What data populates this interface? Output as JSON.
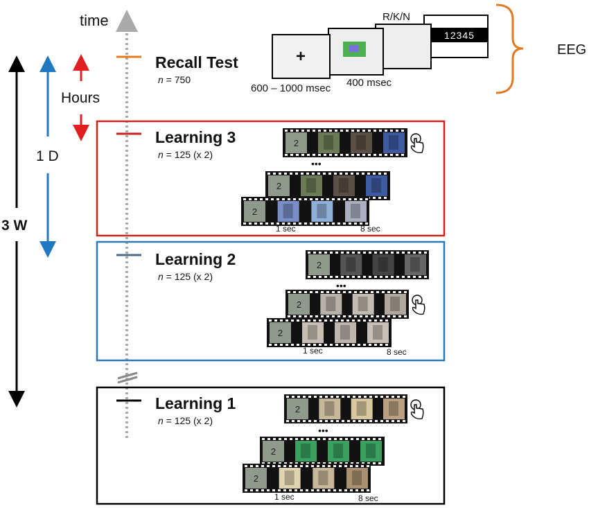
{
  "timeline": {
    "label": "time"
  },
  "durations": {
    "hours": "Hours",
    "day": "1 D",
    "weeks": "3 W"
  },
  "eeg": {
    "label": "EEG"
  },
  "recall": {
    "title": "Recall Test",
    "n_italic": "n",
    "n_rest": " = 750",
    "fixation_symbol": "+",
    "response_label": "R/K/N",
    "confidence_scale": "12345",
    "fixation_duration": "600 – 1000 msec",
    "image_duration": "400 msec"
  },
  "sessions": [
    {
      "title": "Learning 3",
      "n_italic": "n",
      "n_rest": " = 125 (x 2)",
      "dots": "•••",
      "start_label": "1 sec",
      "end_label": "8 sec",
      "cue_digit": "2",
      "frame_color": "#cc2222"
    },
    {
      "title": "Learning 2",
      "n_italic": "n",
      "n_rest": " = 125 (x 2)",
      "dots": "•••",
      "start_label": "1 sec",
      "end_label": "8 sec",
      "cue_digit": "2",
      "frame_color": "#2a78b8"
    },
    {
      "title": "Learning 1",
      "n_italic": "n",
      "n_rest": " = 125 (x 2)",
      "dots": "•••",
      "start_label": "1 sec",
      "end_label": "8 sec",
      "cue_digit": "2",
      "frame_color": "#000000"
    }
  ],
  "colors": {
    "recall_marker": "#e07b22",
    "learning3_marker": "#cc2222",
    "learning2_marker": "#4a6b8a",
    "learning1_marker": "#000000",
    "hours_arrow": "#e02020",
    "day_arrow": "#1f78c0",
    "weeks_arrow": "#000000",
    "brace": "#e07b22",
    "timeline": "#aaaaaa"
  },
  "icons": [
    "hand-pointer-icon",
    "film-strip-icon"
  ]
}
